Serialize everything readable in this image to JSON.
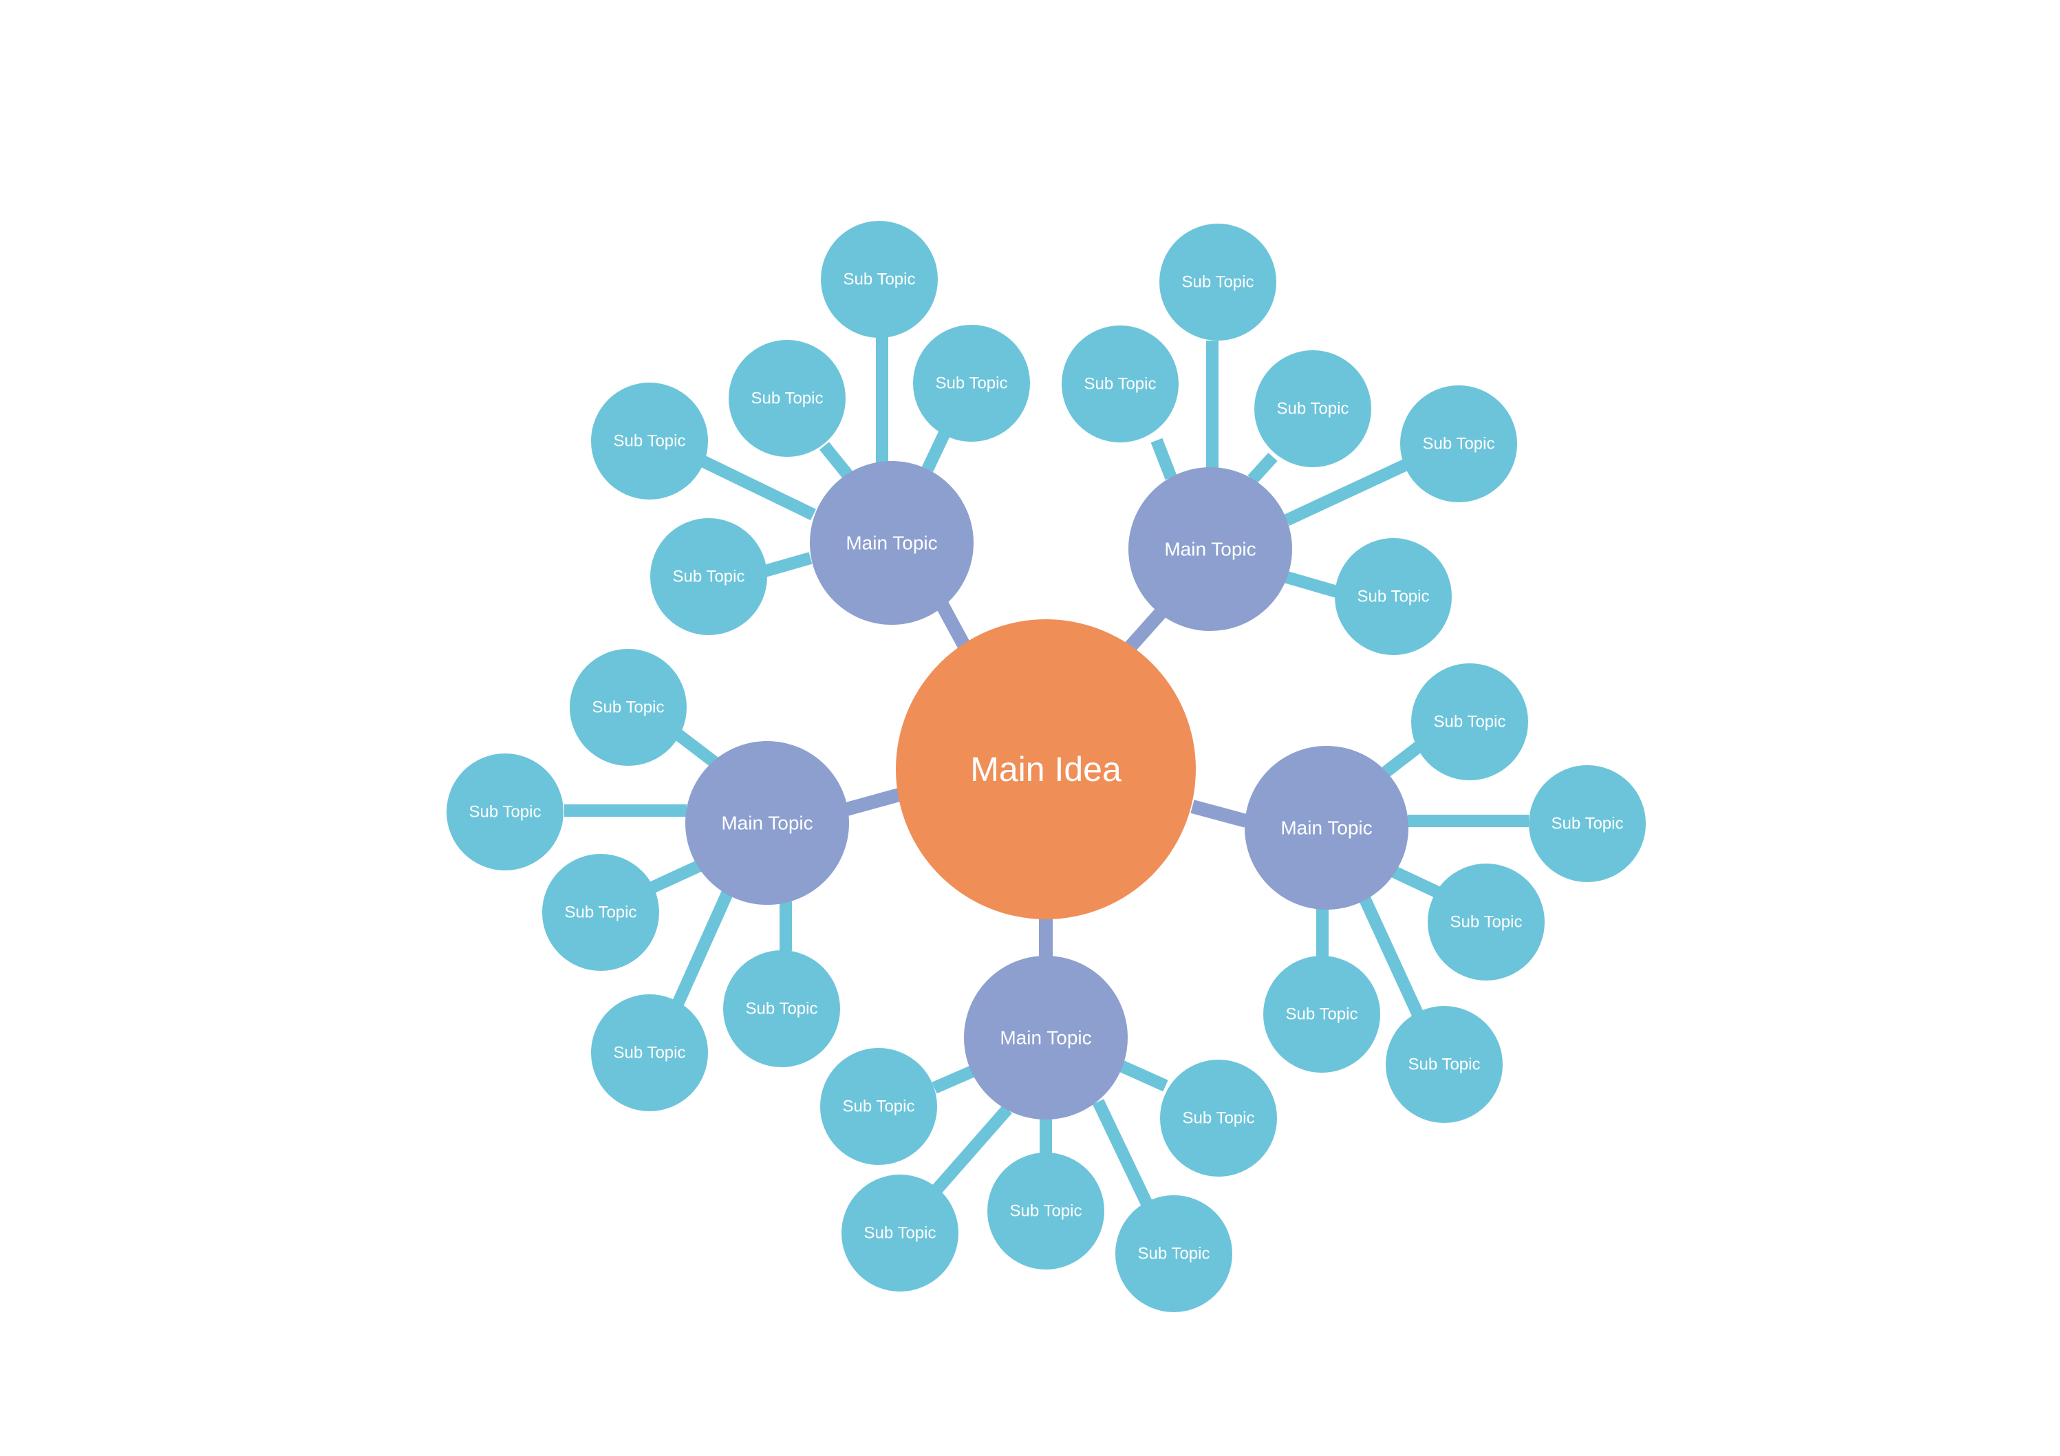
{
  "colors": {
    "background": "#ffffff",
    "main_idea": "#f08e58",
    "main_topic": "#8c9fcf",
    "sub_topic": "#6cc4da",
    "main_edge": "#8c9fcf",
    "sub_edge": "#6cc4da",
    "text": "#ffffff"
  },
  "root": {
    "label": "Main Idea"
  },
  "branches": [
    {
      "label": "Main Topic",
      "subtopics": [
        {
          "label": "Sub Topic"
        },
        {
          "label": "Sub Topic"
        },
        {
          "label": "Sub Topic"
        },
        {
          "label": "Sub Topic"
        },
        {
          "label": "Sub Topic"
        }
      ]
    },
    {
      "label": "Main Topic",
      "subtopics": [
        {
          "label": "Sub Topic"
        },
        {
          "label": "Sub Topic"
        },
        {
          "label": "Sub Topic"
        },
        {
          "label": "Sub Topic"
        },
        {
          "label": "Sub Topic"
        }
      ]
    },
    {
      "label": "Main Topic",
      "subtopics": [
        {
          "label": "Sub Topic"
        },
        {
          "label": "Sub Topic"
        },
        {
          "label": "Sub Topic"
        },
        {
          "label": "Sub Topic"
        },
        {
          "label": "Sub Topic"
        }
      ]
    },
    {
      "label": "Main Topic",
      "subtopics": [
        {
          "label": "Sub Topic"
        },
        {
          "label": "Sub Topic"
        },
        {
          "label": "Sub Topic"
        },
        {
          "label": "Sub Topic"
        },
        {
          "label": "Sub Topic"
        }
      ]
    },
    {
      "label": "Main Topic",
      "subtopics": [
        {
          "label": "Sub Topic"
        },
        {
          "label": "Sub Topic"
        },
        {
          "label": "Sub Topic"
        },
        {
          "label": "Sub Topic"
        },
        {
          "label": "Sub Topic"
        }
      ]
    }
  ]
}
